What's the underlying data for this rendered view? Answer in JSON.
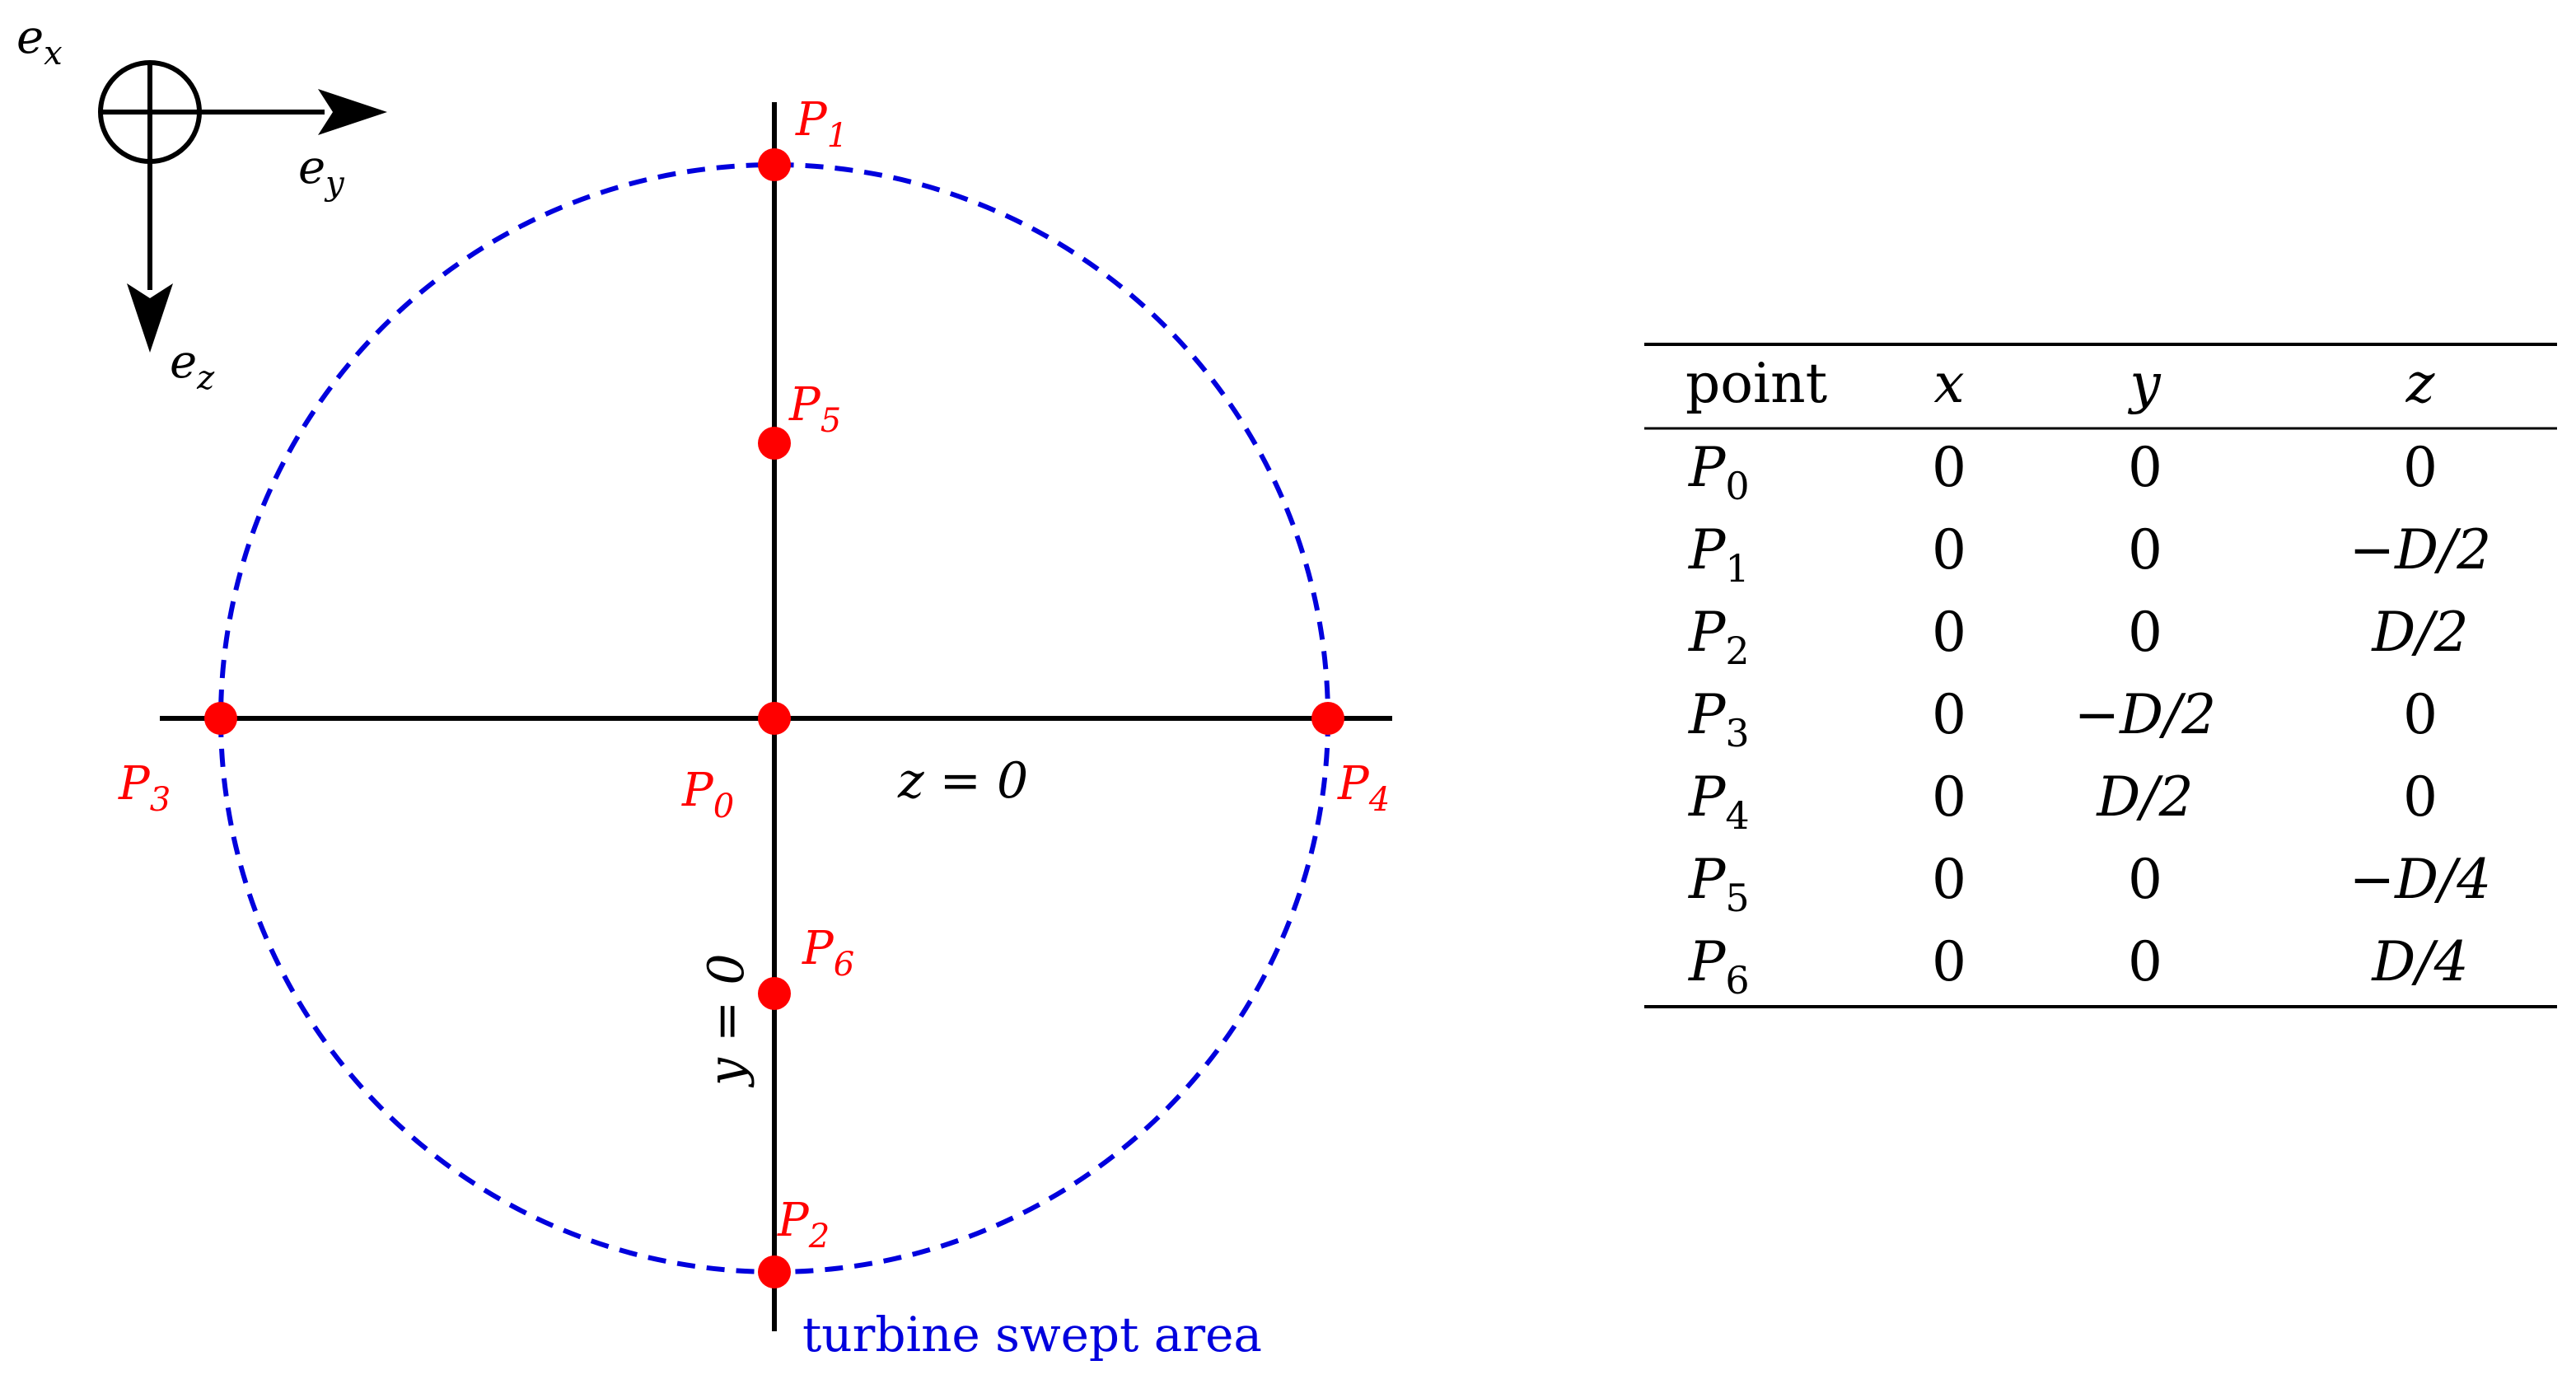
{
  "colors": {
    "axes": "#000000",
    "points": "#ff0000",
    "circle": "#0000dd",
    "text": "#000000"
  },
  "frame": {
    "ex": {
      "base": "e",
      "sub": "x"
    },
    "ey": {
      "base": "e",
      "sub": "y"
    },
    "ez": {
      "base": "e",
      "sub": "z"
    }
  },
  "diagram": {
    "circle_label": "turbine swept area",
    "line_z_label": "z = 0",
    "line_y_label": "y = 0",
    "points": [
      {
        "base": "P",
        "sub": "0"
      },
      {
        "base": "P",
        "sub": "1"
      },
      {
        "base": "P",
        "sub": "2"
      },
      {
        "base": "P",
        "sub": "3"
      },
      {
        "base": "P",
        "sub": "4"
      },
      {
        "base": "P",
        "sub": "5"
      },
      {
        "base": "P",
        "sub": "6"
      }
    ]
  },
  "table": {
    "headers": [
      "point",
      "x",
      "y",
      "z"
    ],
    "rows": [
      {
        "point": {
          "base": "P",
          "sub": "0"
        },
        "x": "0",
        "y": "0",
        "z": "0"
      },
      {
        "point": {
          "base": "P",
          "sub": "1"
        },
        "x": "0",
        "y": "0",
        "z": "−D/2"
      },
      {
        "point": {
          "base": "P",
          "sub": "2"
        },
        "x": "0",
        "y": "0",
        "z": "D/2"
      },
      {
        "point": {
          "base": "P",
          "sub": "3"
        },
        "x": "0",
        "y": "−D/2",
        "z": "0"
      },
      {
        "point": {
          "base": "P",
          "sub": "4"
        },
        "x": "0",
        "y": "D/2",
        "z": "0"
      },
      {
        "point": {
          "base": "P",
          "sub": "5"
        },
        "x": "0",
        "y": "0",
        "z": "−D/4"
      },
      {
        "point": {
          "base": "P",
          "sub": "6"
        },
        "x": "0",
        "y": "0",
        "z": "D/4"
      }
    ]
  }
}
